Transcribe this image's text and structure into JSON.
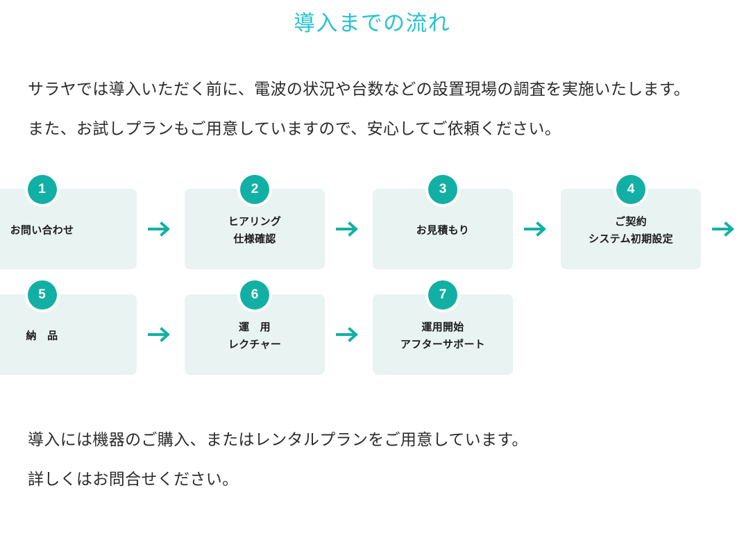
{
  "colors": {
    "title_teal": "#27c3cf",
    "accent_teal": "#12b0a4",
    "box_fill": "#e8f3f2",
    "body_text": "#2b2b2b"
  },
  "header": {
    "title": "導入までの流れ"
  },
  "intro": {
    "lines": [
      "サラヤでは導入いただく前に、電波の状況や台数などの設置現場の調査を実施いたします。",
      "また、お試しプランもご用意していますので、安心してご依頼ください。"
    ]
  },
  "flow": {
    "rows": [
      {
        "steps": [
          {
            "number": "1",
            "line1": "お問い合わせ",
            "line2": ""
          },
          {
            "number": "2",
            "line1": "ヒアリング",
            "line2": "仕様確認"
          },
          {
            "number": "3",
            "line1": "お見積もり",
            "line2": ""
          },
          {
            "number": "4",
            "line1": "ご契約",
            "line2": "システム初期設定"
          }
        ],
        "arrows": [
          "arrow-right-icon",
          "arrow-right-icon",
          "arrow-right-icon",
          "arrow-right-icon"
        ]
      },
      {
        "steps": [
          {
            "number": "5",
            "line1": "納　品",
            "line2": ""
          },
          {
            "number": "6",
            "line1": "運　用",
            "line2": "レクチャー"
          },
          {
            "number": "7",
            "line1": "運用開始",
            "line2": "アフターサポート"
          }
        ],
        "arrows": [
          "arrow-right-icon",
          "arrow-right-icon"
        ]
      }
    ]
  },
  "outro": {
    "lines": [
      "導入には機器のご購入、またはレンタルプランをご用意しています。",
      "詳しくはお問合せください。"
    ]
  }
}
